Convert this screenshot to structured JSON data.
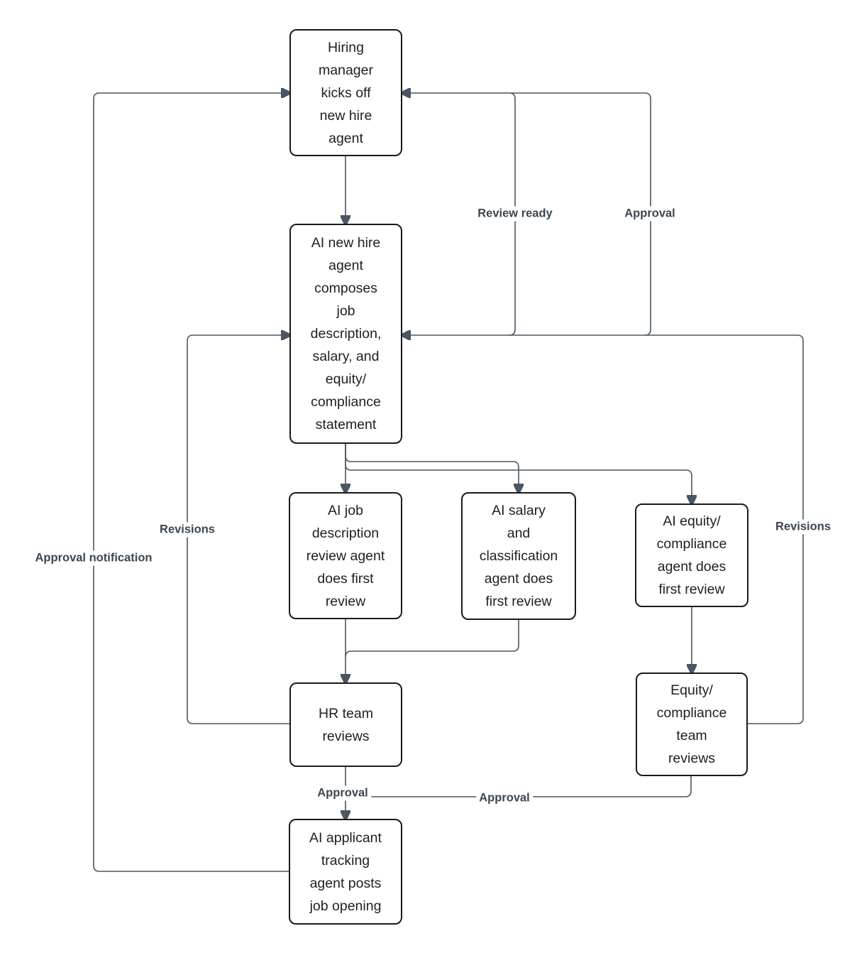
{
  "colors": {
    "line": "#4b5663",
    "edge_label_text": "#3b4651",
    "node_border": "#1a1a1a",
    "node_text": "#1f1f1f",
    "background": "#ffffff"
  },
  "nodes": {
    "hiring_manager": {
      "label": "Hiring\nmanager\nkicks off\nnew hire\nagent"
    },
    "ai_new_hire_agent": {
      "label": "AI new hire\nagent\ncomposes\njob\ndescription,\nsalary, and\nequity/\ncompliance\nstatement"
    },
    "ai_job_description_review": {
      "label": "AI job\ndescription\nreview agent\ndoes first\nreview"
    },
    "ai_salary_classification": {
      "label": "AI salary\nand\nclassification\nagent does\nfirst review"
    },
    "ai_equity_compliance_agent": {
      "label": "AI equity/\ncompliance\nagent does\nfirst review"
    },
    "hr_team_reviews": {
      "label": "HR team\nreviews"
    },
    "equity_compliance_team_reviews": {
      "label": "Equity/\ncompliance\nteam\nreviews"
    },
    "ai_applicant_tracking": {
      "label": "AI applicant\ntracking\nagent posts\njob opening"
    }
  },
  "edges": [
    {
      "from": "hiring_manager",
      "to": "ai_new_hire_agent",
      "label": ""
    },
    {
      "from": "ai_new_hire_agent",
      "to": "ai_job_description_review",
      "label": ""
    },
    {
      "from": "ai_new_hire_agent",
      "to": "ai_salary_classification",
      "label": ""
    },
    {
      "from": "ai_new_hire_agent",
      "to": "ai_equity_compliance_agent",
      "label": ""
    },
    {
      "from": "ai_job_description_review",
      "to": "hr_team_reviews",
      "label": ""
    },
    {
      "from": "ai_salary_classification",
      "to": "hr_team_reviews",
      "label": ""
    },
    {
      "from": "ai_equity_compliance_agent",
      "to": "equity_compliance_team_reviews",
      "label": ""
    },
    {
      "from": "hr_team_reviews",
      "to": "ai_applicant_tracking",
      "label": "Approval"
    },
    {
      "from": "equity_compliance_team_reviews",
      "to": "ai_applicant_tracking",
      "label": "Approval"
    },
    {
      "from": "hr_team_reviews",
      "to": "ai_new_hire_agent",
      "label": "Revisions"
    },
    {
      "from": "equity_compliance_team_reviews",
      "to": "ai_new_hire_agent",
      "label": "Revisions"
    },
    {
      "from": "ai_new_hire_agent",
      "to": "hiring_manager",
      "label": "Review ready"
    },
    {
      "from": "equity_compliance_team_reviews",
      "to": "hiring_manager",
      "label": "Approval"
    },
    {
      "from": "ai_applicant_tracking",
      "to": "hiring_manager",
      "label": "Approval notification"
    }
  ]
}
